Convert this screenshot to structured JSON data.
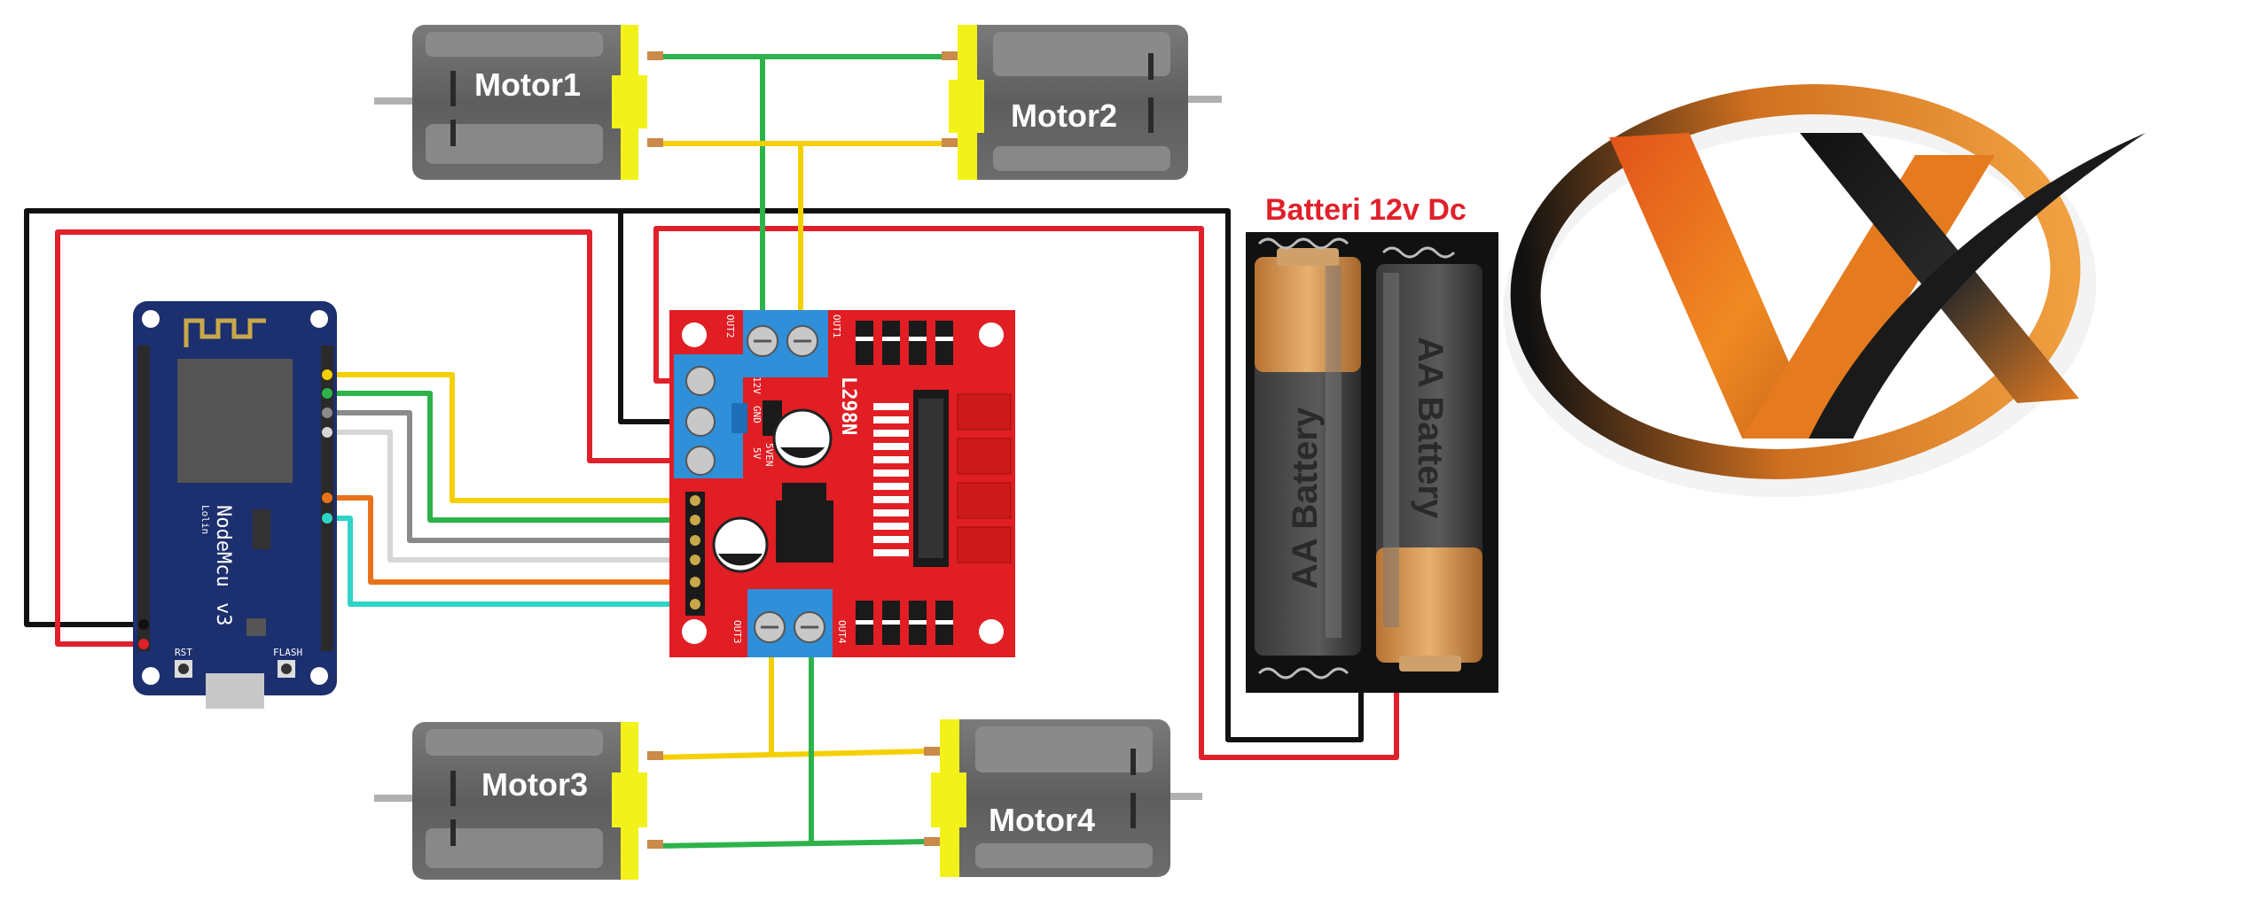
{
  "motors": [
    {
      "label": "Motor1"
    },
    {
      "label": "Motor2"
    },
    {
      "label": "Motor3"
    },
    {
      "label": "Motor4"
    }
  ],
  "battery": {
    "title": "Batteri 12v Dc",
    "cell_labels": [
      "AA Battery",
      "AA Battery"
    ]
  },
  "driver": {
    "chip": "L298N",
    "terminals": {
      "out1": "OUT1",
      "out2": "OUT2",
      "out3": "OUT3",
      "out4": "OUT4"
    },
    "power_labels": {
      "v12": "12V",
      "gnd": "GND",
      "v5": "5V",
      "en": "5VEN"
    }
  },
  "mcu": {
    "name": "NodeMcu",
    "vendor": "Lolin",
    "version": "v3",
    "buttons": {
      "rst": "RST",
      "flash": "FLASH"
    }
  },
  "colors": {
    "red_wire": "#e0202a",
    "black_wire": "#111111",
    "green_wire": "#2db34a",
    "yellow_wire": "#f5d000",
    "orange_wire": "#e8731a",
    "cyan_wire": "#2fd4c8",
    "board_red": "#e01e24",
    "mcu_blue": "#1c2f6e",
    "terminal_blue": "#2f8fd8",
    "motor_grey": "#6b6b6b",
    "motor_yellow": "#f2f21a",
    "logo_orange": "#ea7a1c"
  }
}
